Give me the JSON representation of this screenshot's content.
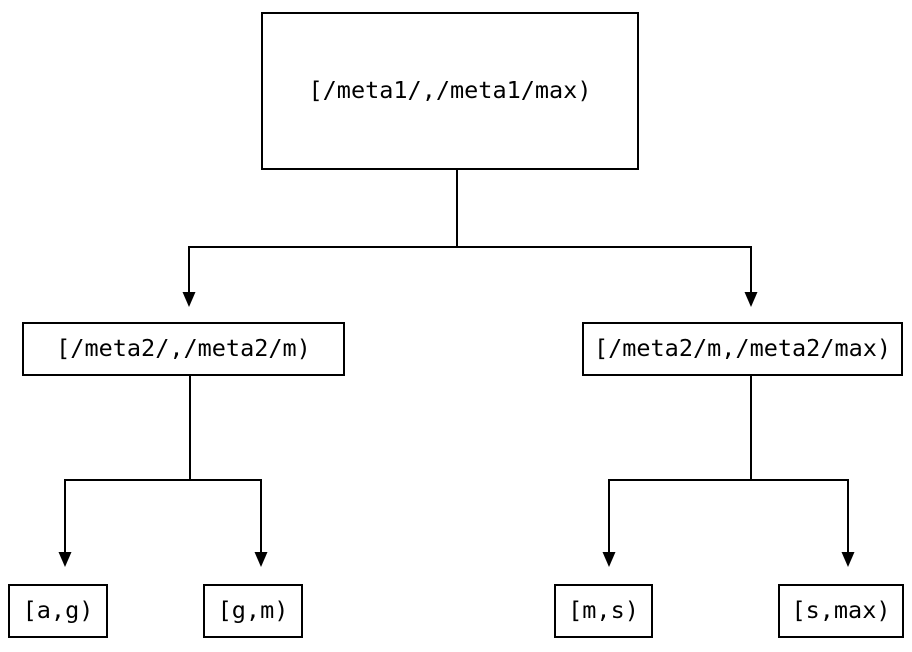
{
  "diagram": {
    "kind": "binary-interval-partition-tree",
    "nodes": {
      "root": {
        "label": "[/meta1/,/meta1/max)"
      },
      "left_child": {
        "label": "[/meta2/,/meta2/m)"
      },
      "right_child": {
        "label": "[/meta2/m,/meta2/max)"
      },
      "leaf_a_g": {
        "label": "[a,g)"
      },
      "leaf_g_m": {
        "label": "[g,m)"
      },
      "leaf_m_s": {
        "label": "[m,s)"
      },
      "leaf_s_max": {
        "label": "[s,max)"
      }
    },
    "colors": {
      "background": "#ffffff",
      "line": "#000000",
      "node_fill": "#ffffff",
      "node_border": "#000000",
      "text": "#000000"
    }
  }
}
